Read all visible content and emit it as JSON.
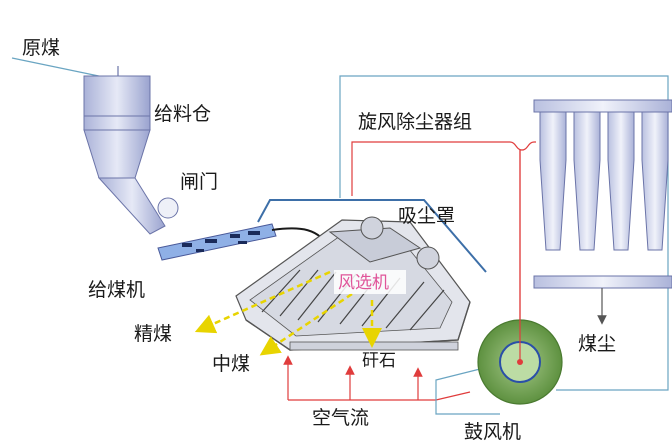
{
  "labels": {
    "raw_coal": "原煤",
    "feed_bin": "给料仓",
    "gate": "闸门",
    "feeder": "给煤机",
    "dust_hood": "吸尘罩",
    "cyclone_group": "旋风除尘器组",
    "air_separator": "风选机",
    "clean_coal": "精煤",
    "middling": "中煤",
    "gangue": "矸石",
    "coal_dust": "煤尘",
    "air_flow": "空气流",
    "blower": "鼓风机"
  },
  "colors": {
    "equipment_blue": "#c9cfe6",
    "equipment_outline": "#6b74a8",
    "air_line": "#e03c3c",
    "duct_line": "#6aa5c2",
    "product_arrow": "#e8d400",
    "blower_green": "#6fa04e",
    "separator_label": "#e0559a"
  }
}
